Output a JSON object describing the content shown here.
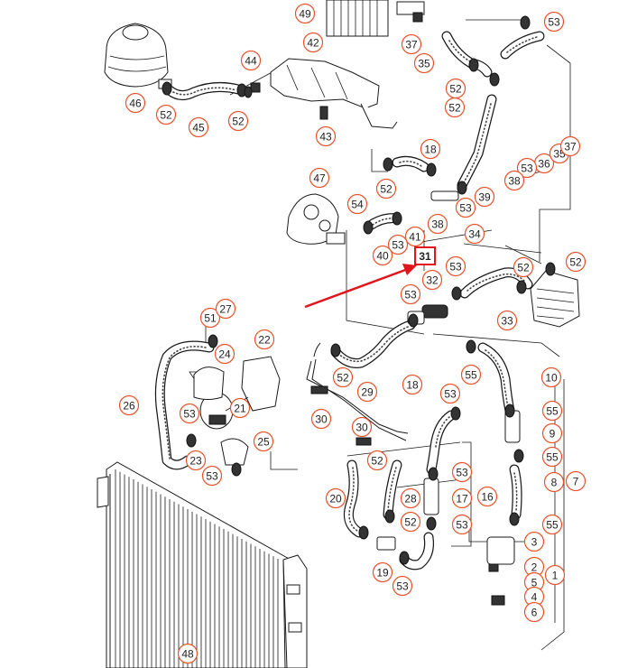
{
  "callouts": [
    "49",
    "53",
    "37",
    "42",
    "35",
    "44",
    "46",
    "52",
    "45",
    "52",
    "43",
    "52",
    "18",
    "52",
    "52",
    "36",
    "35",
    "37",
    "53",
    "38",
    "39",
    "53",
    "47",
    "54",
    "38",
    "34",
    "41",
    "53",
    "40",
    "52",
    "52",
    "53",
    "53",
    "32",
    "33",
    "51",
    "27",
    "22",
    "24",
    "26",
    "21",
    "53",
    "25",
    "23",
    "53",
    "52",
    "55",
    "10",
    "29",
    "30",
    "18",
    "53",
    "55",
    "9",
    "30",
    "52",
    "55",
    "8",
    "7",
    "53",
    "20",
    "28",
    "17",
    "16",
    "52",
    "53",
    "55",
    "3",
    "2",
    "5",
    "4",
    "6",
    "53",
    "19",
    "1",
    "48"
  ],
  "highlighted_callout": "31",
  "accent_color": "#e8512a",
  "highlight_color": "#e0141a"
}
